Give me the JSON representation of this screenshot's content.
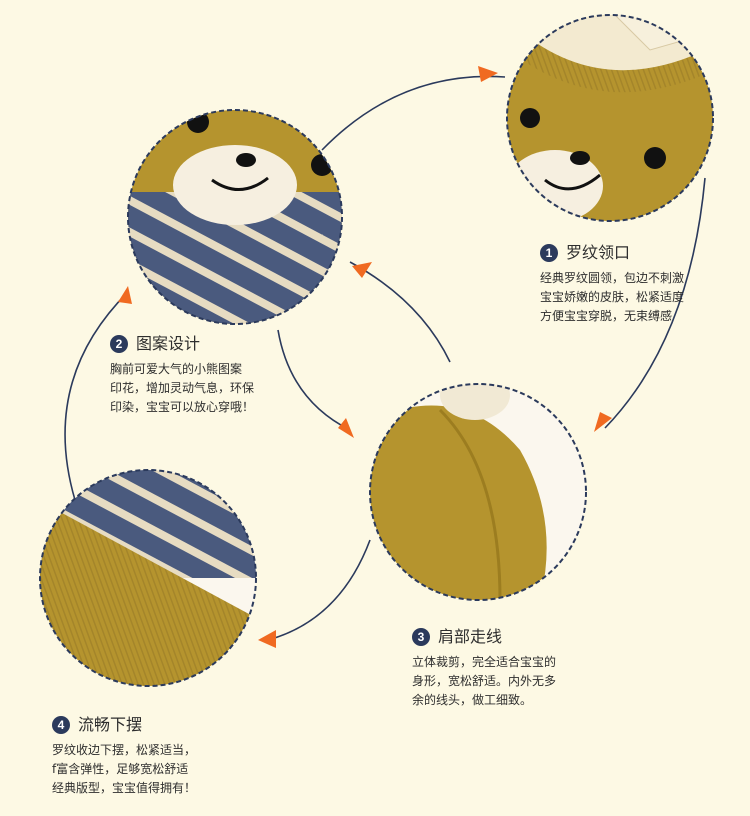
{
  "features": [
    {
      "num": "1",
      "title": "罗纹领口",
      "desc": "经典罗纹圆领，包边不刺激\n宝宝娇嫩的皮肤，松紧适度\n方便宝宝穿脱，无束缚感"
    },
    {
      "num": "2",
      "title": "图案设计",
      "desc": "胸前可爱大气的小熊图案\n印花，增加灵动气息，环保\n印染，宝宝可以放心穿哦！"
    },
    {
      "num": "3",
      "title": "肩部走线",
      "desc": "立体裁剪，完全适合宝宝的\n身形，宽松舒适。内外无多\n余的线头，做工细致。"
    },
    {
      "num": "4",
      "title": "流畅下摆",
      "desc": "罗纹收边下摆，松紧适当，\nf富含弹性，足够宽松舒适\n经典版型，宝宝值得拥有！"
    }
  ],
  "colors": {
    "background": "#fdf9e4",
    "fabric": "#b5942e",
    "fabric_dark": "#9c7d20",
    "stripe_blue": "#4a5a7e",
    "stripe_cream": "#e7dcc2",
    "navy": "#2b3a5c",
    "arrow": "#f06a21"
  },
  "icons": [
    "orange-arrowhead-icon"
  ]
}
